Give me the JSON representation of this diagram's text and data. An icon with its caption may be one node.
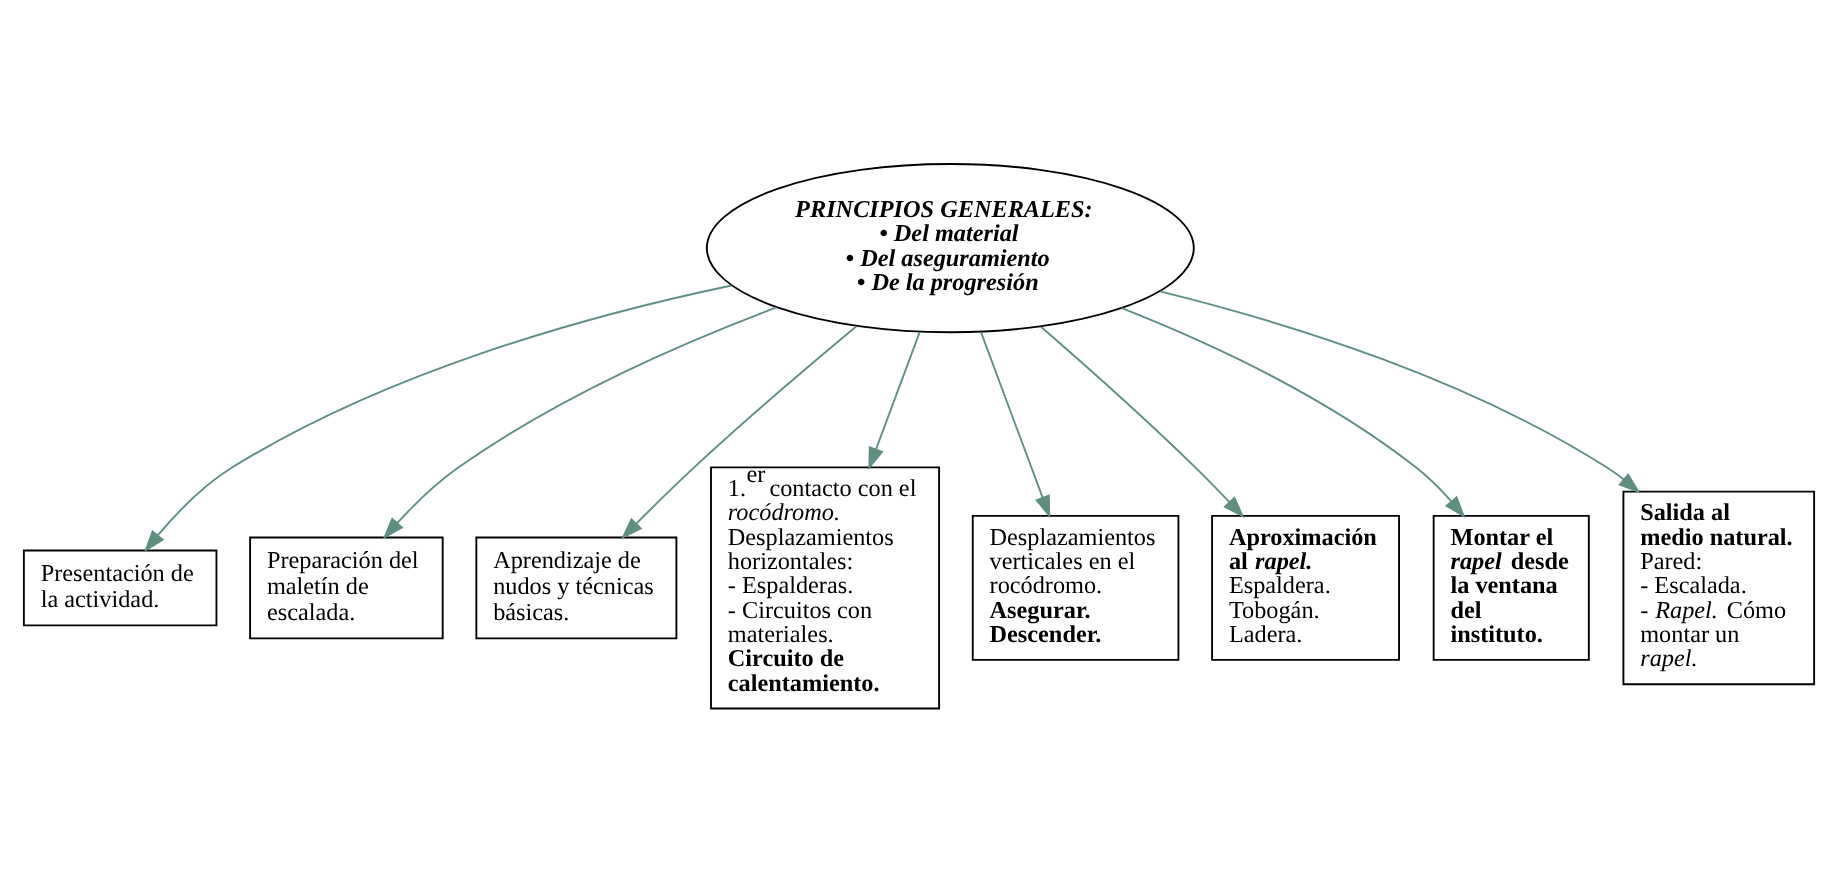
{
  "diagram": {
    "nodes": [
      {
        "text": [
          "PRINCIPIOS GENERALES:",
          "• Del material",
          "• Del aseguramiento",
          "• De la progresión"
        ]
      },
      {
        "text": [
          "Presentación de la actividad."
        ]
      },
      {
        "text": [
          "Preparación del maletín de escalada."
        ]
      },
      {
        "text": [
          "Aprendizaje de nudos y técnicas básicas."
        ]
      },
      {
        "text": [
          "1.$^{er}$ contacto con el *rocódromo.* Desplazamientos horizontales:",
          "- Espalderas.",
          "- Circuitos con materiales.",
          "Circuito de calentamiento."
        ]
      },
      {
        "text": [
          "Desplazamientos verticales en el rocódromo.",
          "Asegurar.",
          "Descender."
        ]
      },
      {
        "text": [
          "Aproximación al *rapel.*",
          "Espaldera.",
          "Tobogán.",
          "Ladera."
        ]
      },
      {
        "text": [
          "Montar el *rapel* desde la ventana del instituto."
        ]
      },
      {
        "text": [
          "Salida al medio natural.",
          "Pared:",
          "- Escalada.",
          "- *Rapel.* Cómo montar un *rapel.*"
        ]
      }
    ],
    "edges": [
      {
        "from": 0,
        "to": 1,
        "arrow": "to"
      },
      {
        "from": 0,
        "to": 2,
        "arrow": "to"
      },
      {
        "from": 0,
        "to": 3,
        "arrow": "to"
      },
      {
        "from": 0,
        "to": 4,
        "arrow": "to"
      },
      {
        "from": 0,
        "to": 5,
        "arrow": "to"
      },
      {
        "from": 0,
        "to": 6,
        "arrow": "to"
      },
      {
        "from": 0,
        "to": 7,
        "arrow": "to"
      },
      {
        "from": 0,
        "to": 8,
        "arrow": "to"
      }
    ]
  }
}
